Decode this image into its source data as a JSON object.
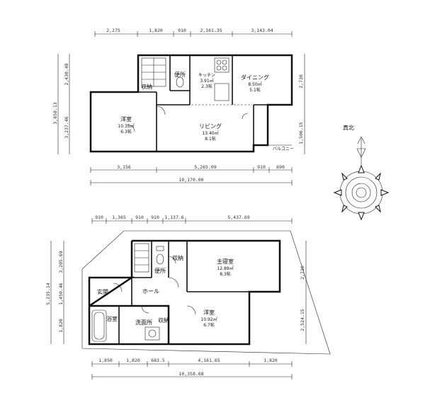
{
  "upper_floor": {
    "dims_top": [
      "2,275",
      "1,820",
      "910",
      "2,161.35",
      "3,143.04"
    ],
    "dims_bottom": [
      "3,156",
      "5,265.09",
      "910",
      "690"
    ],
    "dim_total": "10,170.00",
    "dims_left": [
      "2,430.48",
      "3,858.13",
      "3,237.46"
    ],
    "dims_right": [
      "2,730",
      "1,506.15"
    ],
    "rooms": {
      "western": {
        "name": "洋室",
        "area": "10.35㎡",
        "tatami": "6.3帖"
      },
      "living": {
        "name": "リビング",
        "area": "13.40㎡",
        "tatami": "8.1帖"
      },
      "kitchen": {
        "name": "キッチン",
        "area": "3.91㎡",
        "tatami": "2.3帖"
      },
      "dining": {
        "name": "ダイニング",
        "area": "8.50㎡",
        "tatami": "5.1帖"
      },
      "storage": "収納",
      "wc": "便所",
      "balcony": "バルコニー"
    }
  },
  "lower_floor": {
    "dims_top": [
      "910",
      "1,365",
      "910",
      "910",
      "1,137.6",
      "5,437.69"
    ],
    "dims_bottom": [
      "1,850",
      "1,820",
      "683.5",
      "4,161.65",
      "1,820"
    ],
    "dim_total": "10,358.68",
    "dims_left": [
      "3,205.69",
      "5,235.14",
      "1,450.46",
      "1,820"
    ],
    "dims_right": [
      "2,730",
      "2,524.15"
    ],
    "rooms": {
      "master": {
        "name": "主寝室",
        "area": "12.89㎡",
        "tatami": "8.3帖"
      },
      "western": {
        "name": "洋室",
        "area": "10.92㎡",
        "tatami": "6.7帖"
      },
      "hall": "ホール",
      "entrance": "玄関",
      "washroom": "洗面所",
      "bath": "浴室",
      "storage_a": "収納",
      "storage_b": "収納",
      "wc": "便所"
    }
  },
  "compass": {
    "label": "真北"
  }
}
